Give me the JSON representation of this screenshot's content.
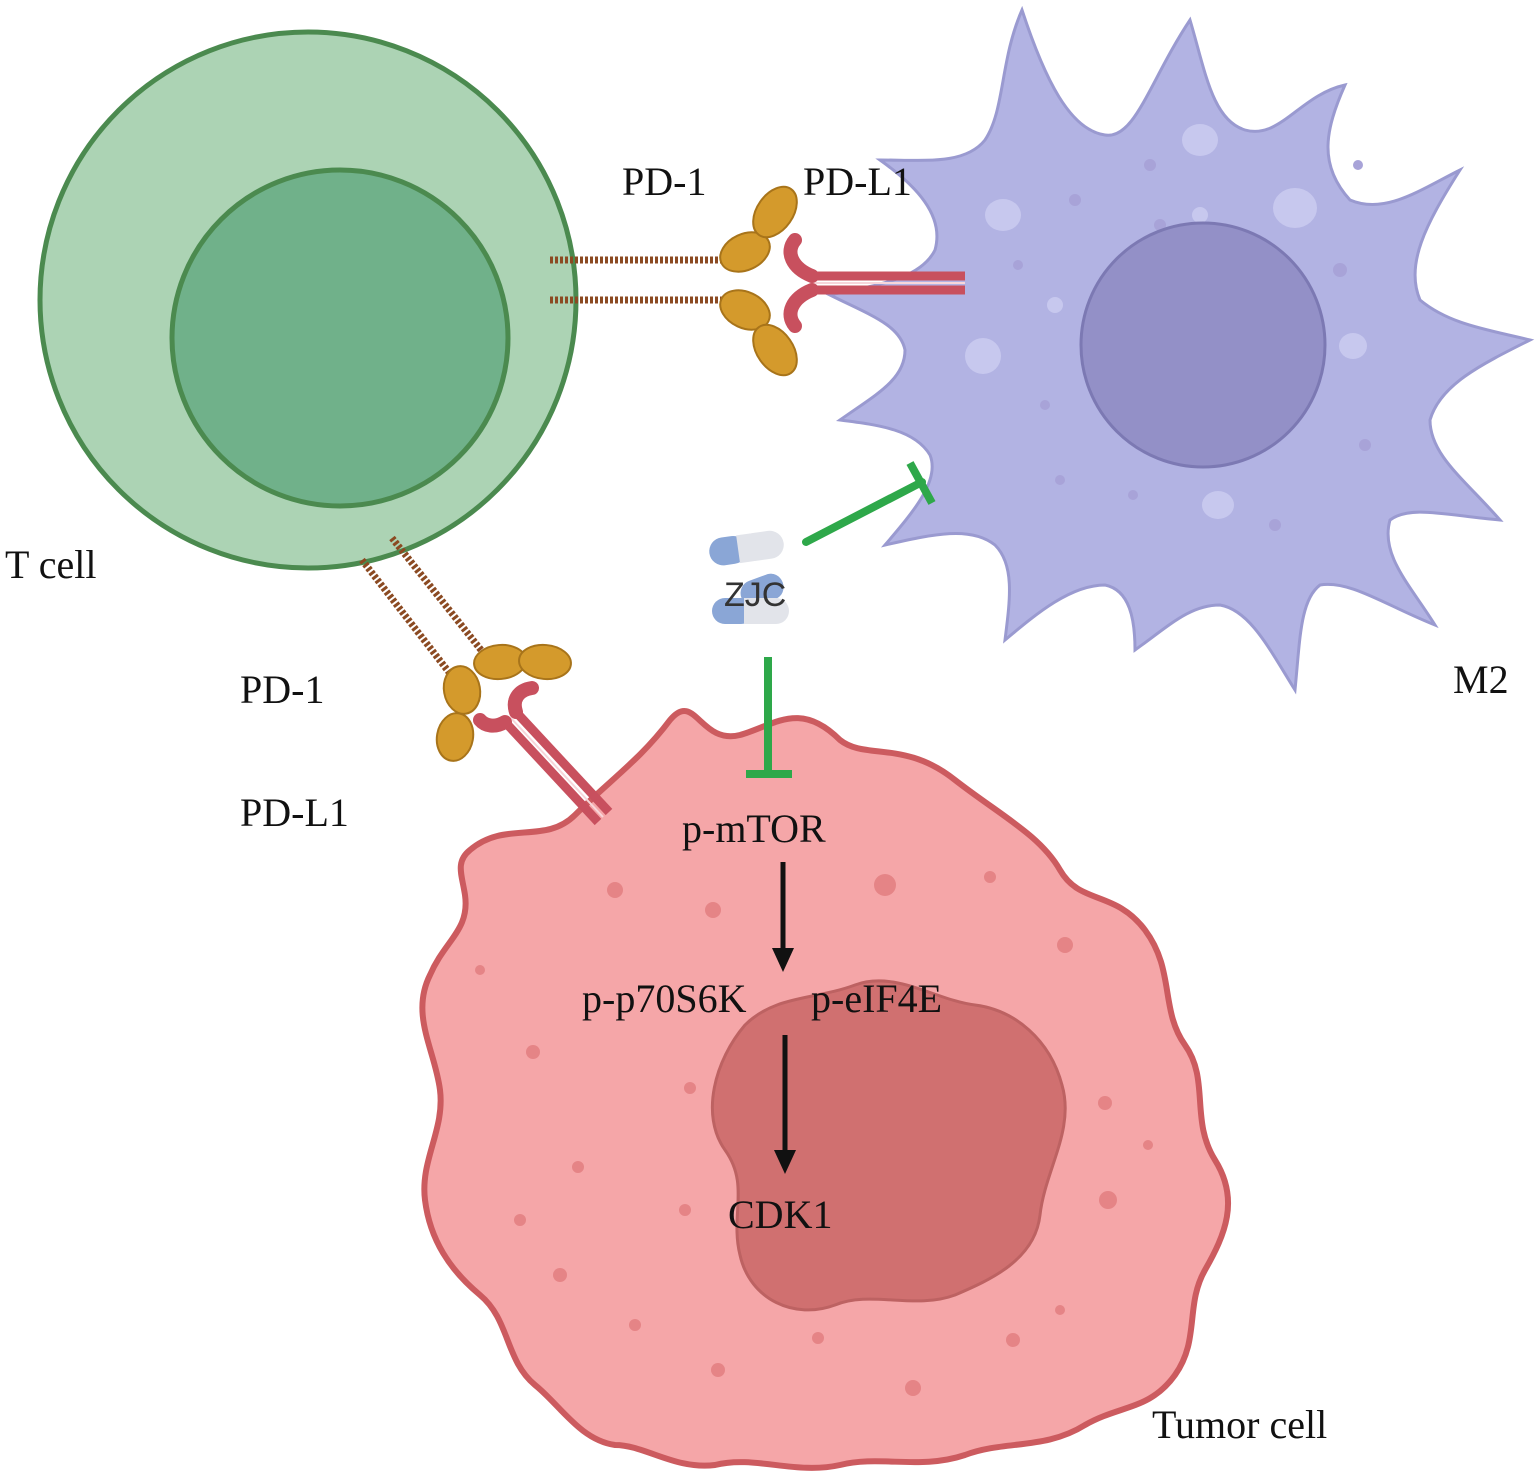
{
  "labels": {
    "t_cell": "T cell",
    "m2": "M2",
    "tumor_cell": "Tumor cell",
    "pd1_top": "PD-1",
    "pdl1_top": "PD-L1",
    "pd1_bottom": "PD-1",
    "pdl1_bottom": "PD-L1",
    "zjc": "ZJC",
    "p_mtor": "p-mTOR",
    "p_p70s6k": "p-p70S6K",
    "p_eif4e": "p-eIF4E",
    "cdk1": "CDK1"
  },
  "colors": {
    "t_cell_outer": "#acd3b4",
    "t_cell_inner": "#70b18a",
    "t_cell_border": "#4b8a4f",
    "m2_body": "#b2b3e3",
    "m2_nucleus": "#9390c7",
    "tumor_body": "#f5a6a8",
    "tumor_border": "#cc5b5f",
    "tumor_nucleus": "#d07070",
    "antibody": "#d49a2c",
    "pdl1": "#c8505e",
    "receptor_stem": "#8b4a22",
    "inhibition": "#2ea84a",
    "arrow": "#111111",
    "capsule_blue": "#8aa6d6",
    "capsule_white": "#e2e4ea"
  },
  "icons": {
    "drug": "capsule-icon",
    "inhibit": "tbar-inhibition",
    "activate": "arrow-down"
  }
}
